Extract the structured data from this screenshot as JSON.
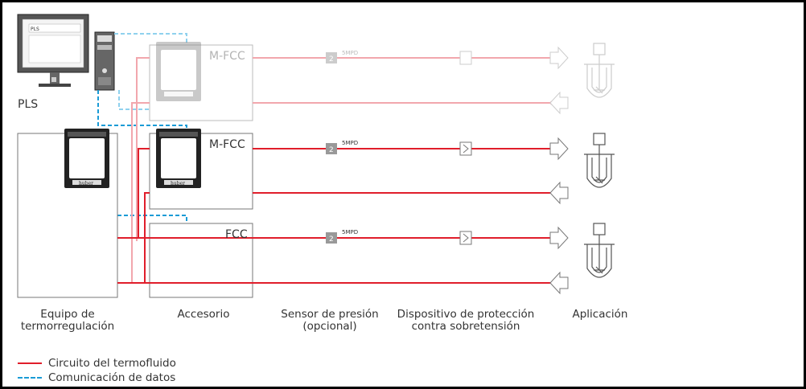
{
  "devices": {
    "pls": "PLS",
    "pls_screen_text": "PLS",
    "mfcc_faded": "M-FCC",
    "mfcc": "M-FCC",
    "fcc": "FCC",
    "sensor_tag": "5MPD",
    "sensor_number": "2",
    "brand": "huber"
  },
  "columns": [
    {
      "line1": "Equipo de",
      "line2": "termorregulación"
    },
    {
      "line1": "Accesorio",
      "line2": ""
    },
    {
      "line1": "Sensor de presión",
      "line2": "(opcional)"
    },
    {
      "line1": "Dispositivo de protección",
      "line2": "contra sobretensión"
    },
    {
      "line1": "Aplicación",
      "line2": ""
    }
  ],
  "legend": {
    "thermofluid": "Circuito del termofluido",
    "data": "Comunicación de datos"
  },
  "colors": {
    "thermofluid": "#e01e2b",
    "thermofluid_faded": "#f2a7ad",
    "data": "#1a9bd6",
    "data_faded": "#8fd1ee"
  }
}
